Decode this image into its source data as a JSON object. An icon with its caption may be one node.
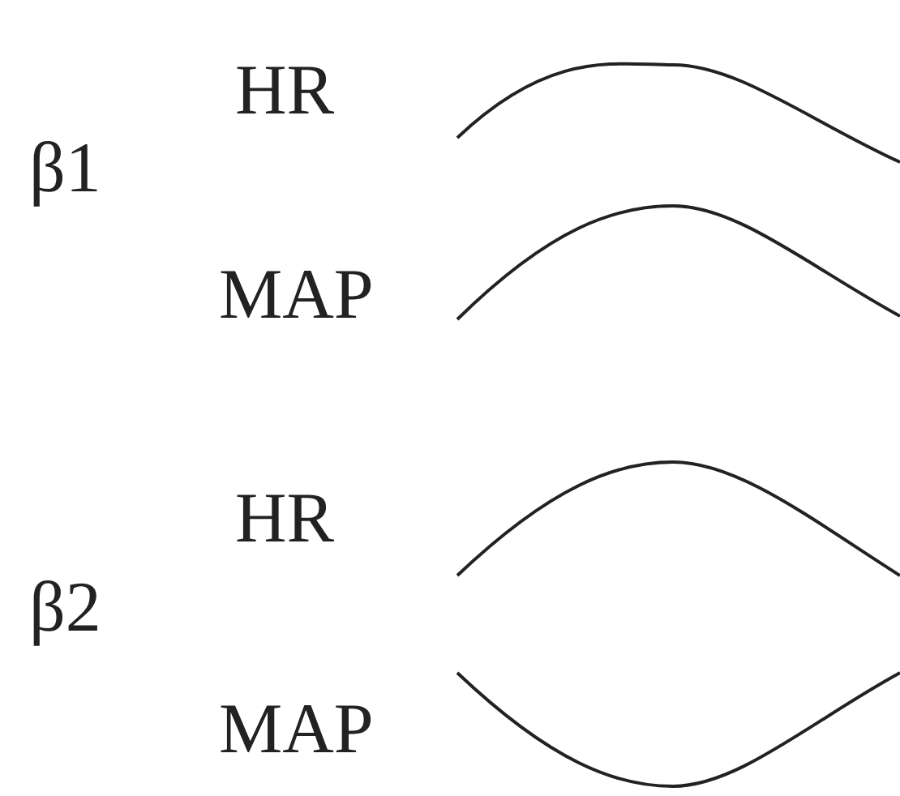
{
  "diagram": {
    "labels": [
      "HR",
      "β1",
      "MAP",
      "HR",
      "β2",
      "MAP"
    ]
  }
}
